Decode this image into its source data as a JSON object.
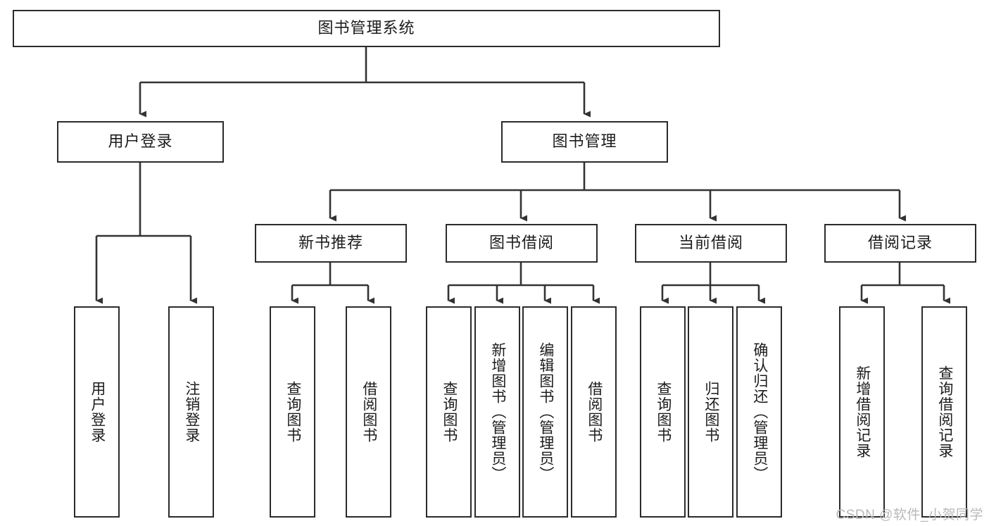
{
  "diagram": {
    "title": "图书管理系统",
    "type": "tree-hierarchy-chart",
    "colors": {
      "box_border": "#2b2b2b",
      "box_fill": "#ffffff",
      "edge": "#333333",
      "text": "#1c1c1c",
      "watermark": "#b9b9b9",
      "background": "#ffffff"
    },
    "root": {
      "label": "图书管理系统"
    },
    "level2": [
      {
        "label": "用户登录"
      },
      {
        "label": "图书管理"
      }
    ],
    "level3": [
      {
        "label": "新书推荐"
      },
      {
        "label": "图书借阅"
      },
      {
        "label": "当前借阅"
      },
      {
        "label": "借阅记录"
      }
    ],
    "leaves": {
      "user_login": [
        {
          "label": "用户登录"
        },
        {
          "label": "注销登录"
        }
      ],
      "new_book": [
        {
          "label": "查询图书"
        },
        {
          "label": "借阅图书"
        }
      ],
      "borrow": [
        {
          "label": "查询图书"
        },
        {
          "label": "新增图书（管理员）"
        },
        {
          "label": "编辑图书（管理员）"
        },
        {
          "label": "借阅图书"
        }
      ],
      "current": [
        {
          "label": "查询图书"
        },
        {
          "label": "归还图书"
        },
        {
          "label": "确认归还（管理员）"
        }
      ],
      "records": [
        {
          "label": "新增借阅记录"
        },
        {
          "label": "查询借阅记录"
        }
      ]
    }
  },
  "watermark": {
    "text": "CSDN @软件_小贺同学"
  }
}
